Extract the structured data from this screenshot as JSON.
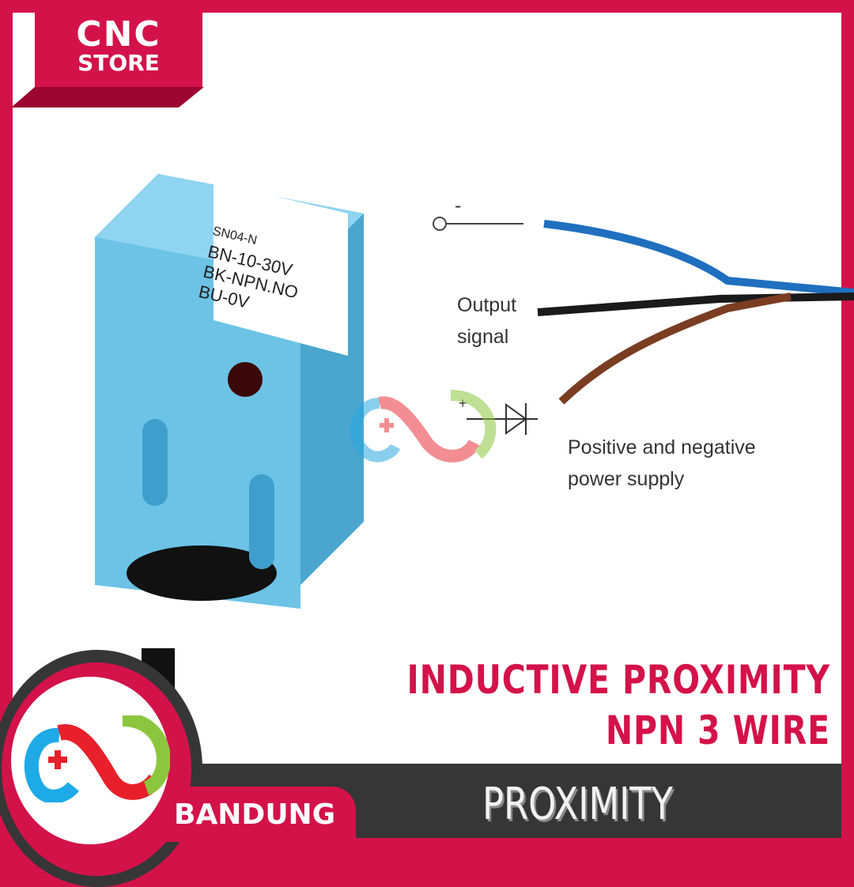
{
  "brand": {
    "line1": "CNC",
    "line2": "STORE"
  },
  "sensor_label": [
    "SN04-N",
    "BN-10-30V",
    "BK-NPN.NO",
    "BU-0V"
  ],
  "diagram": {
    "minus": "-",
    "plus": "+",
    "output_label": [
      "Output",
      "signal"
    ],
    "power_label": [
      "Positive and negative",
      "power supply"
    ]
  },
  "title": {
    "line1": "INDUCTIVE PROXIMITY",
    "line2": "NPN 3 WIRE"
  },
  "category": "PROXIMITY",
  "location": "BANDUNG",
  "colors": {
    "brand_red": "#d4124a",
    "dark": "#363636",
    "sensor_blue": "#6cc3e6"
  }
}
